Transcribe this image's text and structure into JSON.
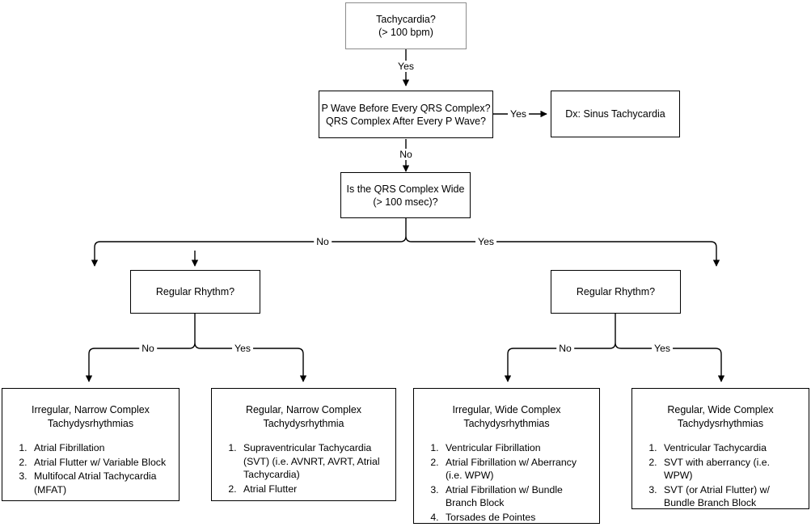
{
  "diagram": {
    "title": "Tachycardia Evaluation Flowchart",
    "background_color": "#ffffff",
    "line_color": "#000000",
    "nodes": {
      "tachycardia": {
        "text": "Tachycardia?\n(> 100 bpm)"
      },
      "p_wave": {
        "text": "P Wave Before Every QRS Complex?\nQRS Complex After Every P Wave?"
      },
      "sinus_tach": {
        "text": "Dx: Sinus Tachycardia"
      },
      "qrs_wide": {
        "text": "Is the QRS Complex Wide\n(> 100 msec)?"
      },
      "regular_rhythm_left": {
        "text": "Regular Rhythm?"
      },
      "regular_rhythm_right": {
        "text": "Regular Rhythm?"
      },
      "irregular_narrow": {
        "title": "Irregular, Narrow Complex\nTachydysrhythmias",
        "items": [
          "Atrial Fibrillation",
          "Atrial Flutter w/ Variable Block",
          "Multifocal Atrial Tachycardia (MFAT)"
        ]
      },
      "regular_narrow": {
        "title": "Regular, Narrow Complex\nTachydysrhythmia",
        "items": [
          "Supraventricular Tachycardia (SVT) (i.e. AVNRT, AVRT, Atrial Tachycardia)",
          "Atrial Flutter"
        ]
      },
      "irregular_wide": {
        "title": "Irregular, Wide Complex\nTachydysrhythmias",
        "items": [
          "Ventricular Fibrillation",
          "Atrial Fibrillation w/ Aberrancy (i.e. WPW)",
          "Atrial Fibrillation w/ Bundle Branch Block",
          "Torsades de Pointes"
        ]
      },
      "regular_wide": {
        "title": "Regular, Wide Complex\nTachydysrhythmias",
        "items": [
          "Ventricular Tachycardia",
          "SVT with aberrancy (i.e. WPW)",
          "SVT (or Atrial Flutter) w/ Bundle Branch Block"
        ]
      }
    },
    "edge_labels": {
      "tachycardia_yes": "Yes",
      "p_wave_yes": "Yes",
      "p_wave_no": "No",
      "qrs_no": "No",
      "qrs_yes": "Yes",
      "left_rhythm_no": "No",
      "left_rhythm_yes": "Yes",
      "right_rhythm_no": "No",
      "right_rhythm_yes": "Yes"
    }
  }
}
